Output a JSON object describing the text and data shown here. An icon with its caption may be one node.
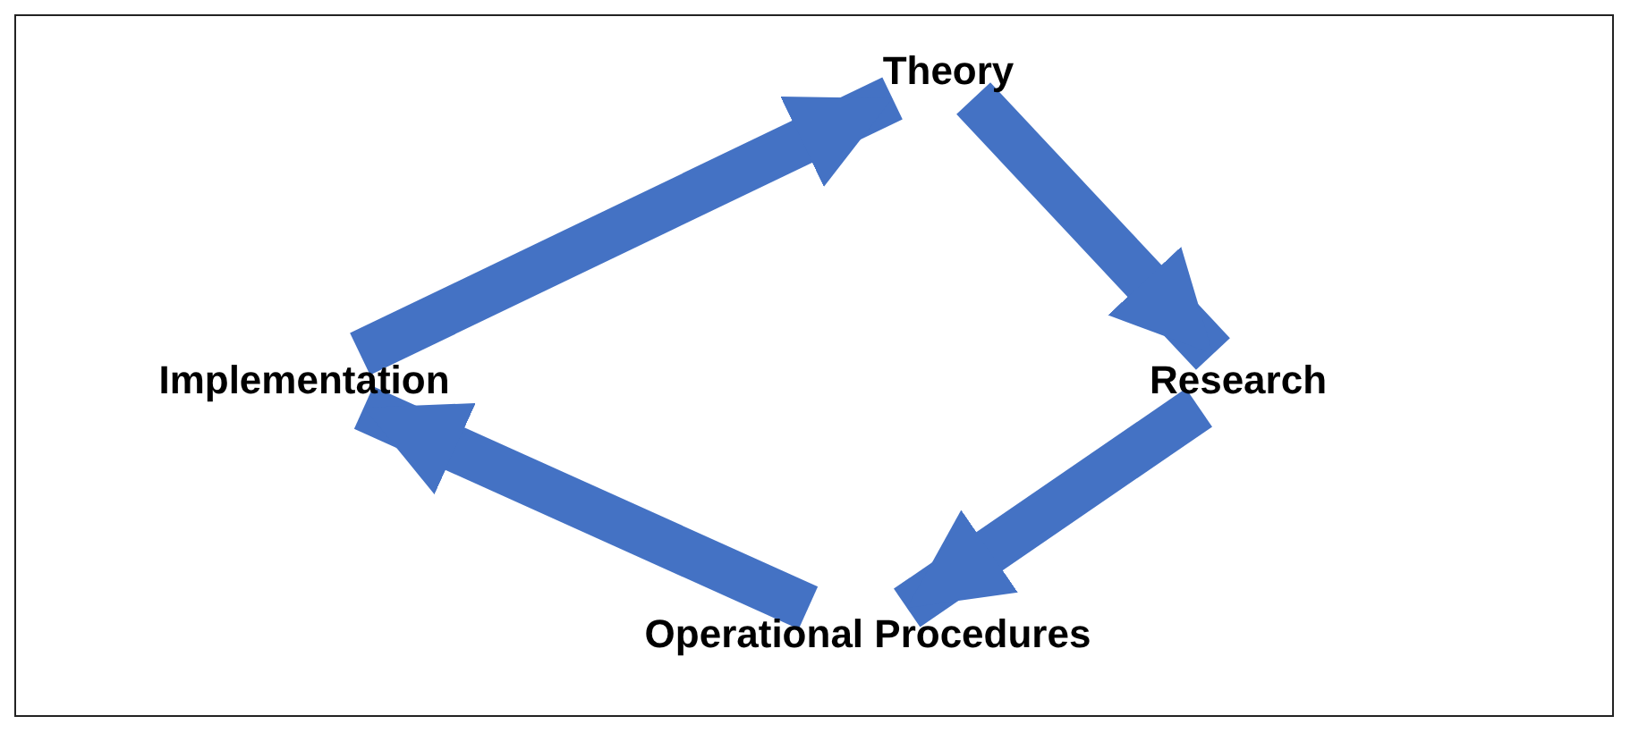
{
  "diagram": {
    "nodes": [
      {
        "text": [
          "Theory"
        ]
      },
      {
        "text": [
          "Research"
        ]
      },
      {
        "text": [
          "Operational Procedures"
        ]
      },
      {
        "text": [
          "Implementation"
        ]
      }
    ],
    "edges": [
      {
        "from": 0,
        "to": 1,
        "arrow": "to"
      },
      {
        "from": 1,
        "to": 2,
        "arrow": "to"
      },
      {
        "from": 2,
        "to": 3,
        "arrow": "to"
      },
      {
        "from": 3,
        "to": 0,
        "arrow": "to"
      }
    ]
  }
}
